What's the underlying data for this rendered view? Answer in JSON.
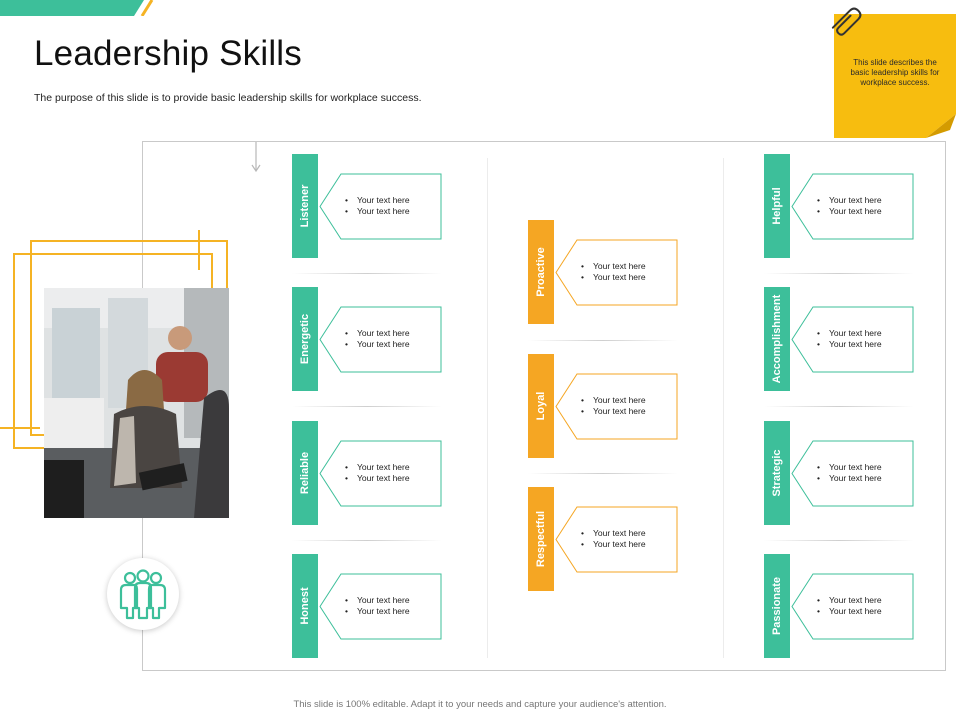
{
  "title": "Leadership Skills",
  "subtitle": "The purpose of this slide is to provide basic leadership skills for workplace success.",
  "sticky_note": "This slide describes the basic leadership skills for workplace success.",
  "footer": "This slide is 100% editable. Adapt it to your needs and capture your audience's attention.",
  "colors": {
    "green": "#3dbf9a",
    "orange": "#f5a623",
    "sticky": "#f7bd0f",
    "frame": "#f5b324"
  },
  "icons": {
    "paperclip": "paperclip-icon",
    "team": "team-icon",
    "arrow": "arrow-down-icon"
  },
  "bullet_text": "Your text here",
  "columns": [
    {
      "skills": [
        {
          "label": "Listener",
          "bullets": [
            "Your text here",
            "Your text here"
          ]
        },
        {
          "label": "Energetic",
          "bullets": [
            "Your text here",
            "Your text here"
          ]
        },
        {
          "label": "Reliable",
          "bullets": [
            "Your text here",
            "Your text here"
          ]
        },
        {
          "label": "Honest",
          "bullets": [
            "Your text here",
            "Your text here"
          ]
        }
      ]
    },
    {
      "skills": [
        {
          "label": "Proactive",
          "bullets": [
            "Your text here",
            "Your text here"
          ]
        },
        {
          "label": "Loyal",
          "bullets": [
            "Your text here",
            "Your text here"
          ]
        },
        {
          "label": "Respectful",
          "bullets": [
            "Your text here",
            "Your text here"
          ]
        }
      ]
    },
    {
      "skills": [
        {
          "label": "Helpful",
          "bullets": [
            "Your text here",
            "Your text here"
          ]
        },
        {
          "label": "Accomplishment",
          "bullets": [
            "Your text here",
            "Your text here"
          ]
        },
        {
          "label": "Strategic",
          "bullets": [
            "Your text here",
            "Your text here"
          ]
        },
        {
          "label": "Passionate",
          "bullets": [
            "Your text here",
            "Your text here"
          ]
        }
      ]
    }
  ]
}
